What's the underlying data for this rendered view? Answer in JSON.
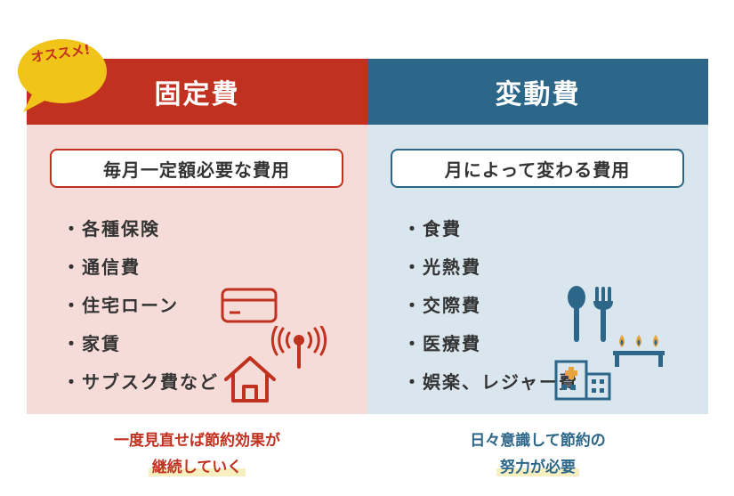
{
  "badge": {
    "label": "オススメ!"
  },
  "fixed": {
    "title": "固定費",
    "subtitle": "毎月一定額必要な費用",
    "items": [
      "各種保険",
      "通信費",
      "住宅ローン",
      "家賃",
      "サブスク費など"
    ],
    "footer_line1": "一度見直せば節約効果が",
    "footer_line2": "継続していく"
  },
  "variable": {
    "title": "変動費",
    "subtitle": "月によって変わる費用",
    "items": [
      "食費",
      "光熱費",
      "交際費",
      "医療費",
      "娯楽、レジャー費"
    ],
    "footer_line1": "日々意識して節約の",
    "footer_line2": "努力が必要"
  },
  "colors": {
    "fixed_accent": "#c1311f",
    "variable_accent": "#2c6689",
    "badge": "#f0c419"
  },
  "icons": [
    "card-icon",
    "signal-icon",
    "house-icon",
    "fork-spoon-icon",
    "gas-stove-icon",
    "hospital-icon"
  ]
}
